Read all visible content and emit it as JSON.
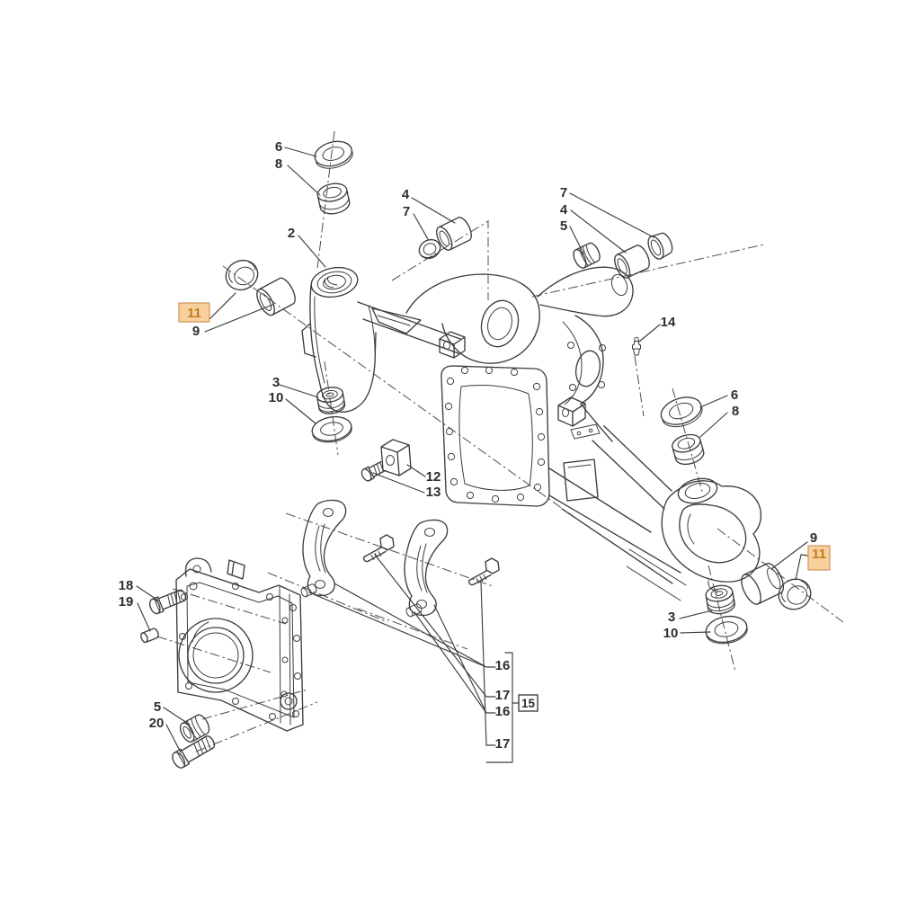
{
  "figure": {
    "kind": "exploded-parts-diagram",
    "background": "#ffffff",
    "line_color": "#3d3d3d",
    "highlight_fill": "#f8d09e",
    "highlight_border": "#d0955c",
    "highlight_text_color": "#c27a1e"
  },
  "callouts": [
    {
      "text": "6",
      "part": "seal-ring",
      "position": "upper-left",
      "highlighted": false,
      "boxed": false
    },
    {
      "text": "8",
      "part": "bushing",
      "position": "upper-left",
      "highlighted": false,
      "boxed": false
    },
    {
      "text": "2",
      "part": "knuckle-housing",
      "position": "upper-left",
      "highlighted": false,
      "boxed": false
    },
    {
      "text": "4",
      "part": "pivot-bushing",
      "position": "top-center",
      "highlighted": false,
      "boxed": false
    },
    {
      "text": "7",
      "part": "thrust-ring",
      "position": "top-center",
      "highlighted": false,
      "boxed": false
    },
    {
      "text": "7",
      "part": "cap",
      "position": "top-right",
      "highlighted": false,
      "boxed": false
    },
    {
      "text": "4",
      "part": "pivot-bushing",
      "position": "top-right",
      "highlighted": false,
      "boxed": false
    },
    {
      "text": "5",
      "part": "threaded-plug",
      "position": "top-right",
      "highlighted": false,
      "boxed": false
    },
    {
      "text": "11",
      "part": "seal",
      "position": "left",
      "highlighted": true,
      "boxed": true
    },
    {
      "text": "9",
      "part": "bushing",
      "position": "left",
      "highlighted": false,
      "boxed": false
    },
    {
      "text": "14",
      "part": "grease-fitting",
      "position": "center-right",
      "highlighted": false,
      "boxed": false
    },
    {
      "text": "3",
      "part": "seal",
      "position": "left-lower",
      "highlighted": false,
      "boxed": false
    },
    {
      "text": "10",
      "part": "thrust-washer",
      "position": "left-lower",
      "highlighted": false,
      "boxed": false
    },
    {
      "text": "6",
      "part": "seal-ring",
      "position": "right",
      "highlighted": false,
      "boxed": false
    },
    {
      "text": "8",
      "part": "bushing",
      "position": "right",
      "highlighted": false,
      "boxed": false
    },
    {
      "text": "12",
      "part": "stop-block",
      "position": "center",
      "highlighted": false,
      "boxed": false
    },
    {
      "text": "13",
      "part": "stop-bolt",
      "position": "center",
      "highlighted": false,
      "boxed": false
    },
    {
      "text": "9",
      "part": "bushing",
      "position": "right-end",
      "highlighted": false,
      "boxed": false
    },
    {
      "text": "11",
      "part": "seal",
      "position": "right-end",
      "highlighted": true,
      "boxed": true
    },
    {
      "text": "3",
      "part": "seal",
      "position": "right-lower",
      "highlighted": false,
      "boxed": false
    },
    {
      "text": "10",
      "part": "thrust-washer",
      "position": "right-lower",
      "highlighted": false,
      "boxed": false
    },
    {
      "text": "18",
      "part": "bolt",
      "position": "lower-left",
      "highlighted": false,
      "boxed": false
    },
    {
      "text": "19",
      "part": "dowel-pin",
      "position": "lower-left",
      "highlighted": false,
      "boxed": false
    },
    {
      "text": "16",
      "part": "clamp",
      "position": "lower-center",
      "highlighted": false,
      "boxed": false
    },
    {
      "text": "17",
      "part": "clamp-bolt",
      "position": "lower-center",
      "highlighted": false,
      "boxed": false
    },
    {
      "text": "16",
      "part": "clamp",
      "position": "lower-center",
      "highlighted": false,
      "boxed": false
    },
    {
      "text": "15",
      "part": "clamp-group",
      "position": "lower-center",
      "highlighted": false,
      "boxed": true
    },
    {
      "text": "17",
      "part": "clamp-bolt",
      "position": "lower-center",
      "highlighted": false,
      "boxed": false
    },
    {
      "text": "5",
      "part": "plug",
      "position": "bottom-left",
      "highlighted": false,
      "boxed": false
    },
    {
      "text": "20",
      "part": "bolt",
      "position": "bottom-left",
      "highlighted": false,
      "boxed": false
    }
  ]
}
